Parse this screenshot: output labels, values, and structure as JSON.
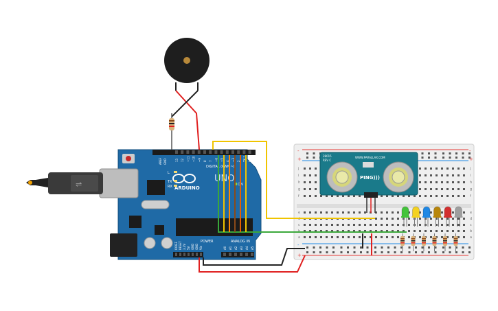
{
  "colors": {
    "arduino_board": "#1f6aa6",
    "arduino_board_dark": "#18578a",
    "breadboard": "#eeeeee",
    "breadboard_rail_red": "#e53935",
    "breadboard_rail_blue": "#1e88e5",
    "sensor_board": "#1a7a8a",
    "buzzer": "#222222",
    "wire_red": "#e02020",
    "wire_black": "#222222",
    "wire_yellow": "#f0c400",
    "wire_green": "#3aa83a",
    "wire_orange": "#ff8a00",
    "wire_brown": "#8b4a1a",
    "wire_purple": "#b05ad0"
  },
  "arduino": {
    "brand": "ARDUINO",
    "model": "UNO",
    "on_label": "ON",
    "digital_label": "DIGITAL (PWM~)",
    "analog_label": "ANALOG IN",
    "power_label": "POWER",
    "aref_label": "AREF",
    "gnd_label": "GND",
    "tx_label": "TX",
    "rx_label": "RX",
    "l_label": "L",
    "top_pin_numbers": [
      "13",
      "12",
      "~11",
      "~10",
      "~9",
      "8",
      "7",
      "~6",
      "~5",
      "4",
      "~3",
      "2",
      "TX 1",
      "RX 0"
    ],
    "power_pins": [
      "IOREF",
      "RESET",
      "3.3V",
      "5V",
      "GND",
      "GND",
      "Vin"
    ],
    "analog_pins": [
      "A0",
      "A1",
      "A2",
      "A3",
      "A4",
      "A5"
    ]
  },
  "sensor": {
    "title": "PING)))",
    "brand_url": "WWW.PARALLAX.COM",
    "part_number": "28015",
    "revision": "REV C"
  },
  "breadboard": {
    "row_letters": [
      "j",
      "i",
      "h",
      "g",
      "f",
      "e",
      "d",
      "c",
      "b",
      "a"
    ],
    "rail_signs": [
      "-",
      "+"
    ]
  },
  "leds": [
    {
      "color": "#43c43a"
    },
    {
      "color": "#f4d21f"
    },
    {
      "color": "#1e88e5"
    },
    {
      "color": "#b8860b"
    },
    {
      "color": "#d32f2f"
    },
    {
      "color": "#9e9e9e"
    }
  ]
}
